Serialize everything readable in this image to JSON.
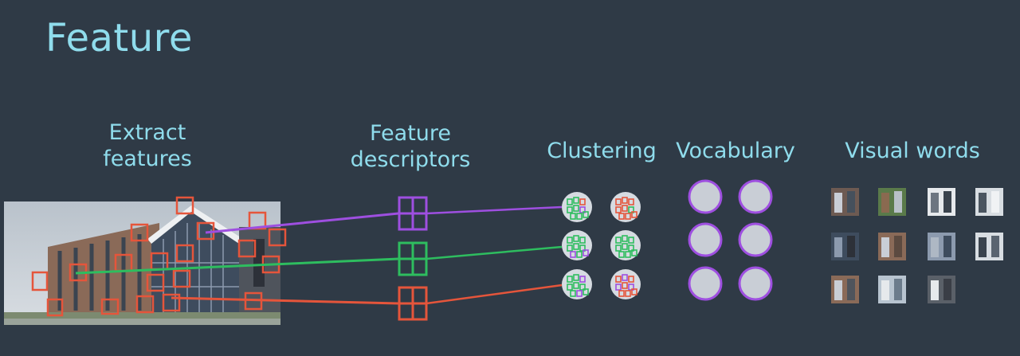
{
  "slide": {
    "title": "Feature"
  },
  "labels": {
    "extract": "Extract\nfeatures",
    "descriptors": "Feature\ndescriptors",
    "clustering": "Clustering",
    "vocabulary": "Vocabulary",
    "visual_words": "Visual words"
  },
  "colors": {
    "background": "#2f3a46",
    "text": "#8fdcec",
    "red": "#e5553b",
    "green": "#2ebd5f",
    "purple": "#9e4fe0",
    "vocab_fill": "#c9ced6"
  }
}
